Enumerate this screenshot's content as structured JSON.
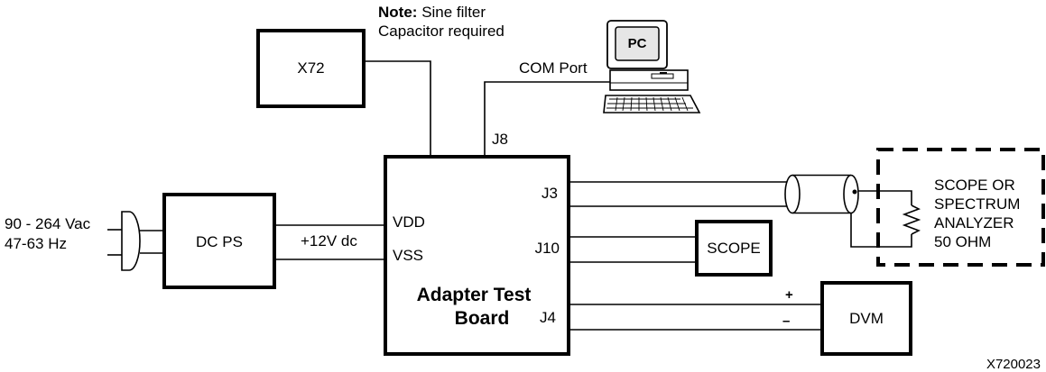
{
  "note": {
    "bold": "Note:",
    "text": "Sine filter",
    "line2": "Capacitor required"
  },
  "blocks": {
    "x72": "X72",
    "dc_ps": "DC PS",
    "scope": "SCOPE",
    "dvm": "DVM",
    "pc": "PC",
    "board_line1": "Adapter Test",
    "board_line2": "Board",
    "analyzer_line1": "SCOPE OR",
    "analyzer_line2": "SPECTRUM",
    "analyzer_line3": "ANALYZER",
    "analyzer_line4": "50 OHM"
  },
  "labels": {
    "com_port": "COM Port",
    "j8": "J8",
    "j3": "J3",
    "j10": "J10",
    "j4": "J4",
    "vdd": "VDD",
    "vss": "VSS",
    "supply": "+12V dc",
    "ac_line1": "90 - 264 Vac",
    "ac_line2": "47-63 Hz",
    "plus": "+",
    "minus": "–",
    "figure_id": "X720023"
  },
  "colors": {
    "stroke": "#000000",
    "background": "#ffffff",
    "screen": "#e6e6e6"
  }
}
